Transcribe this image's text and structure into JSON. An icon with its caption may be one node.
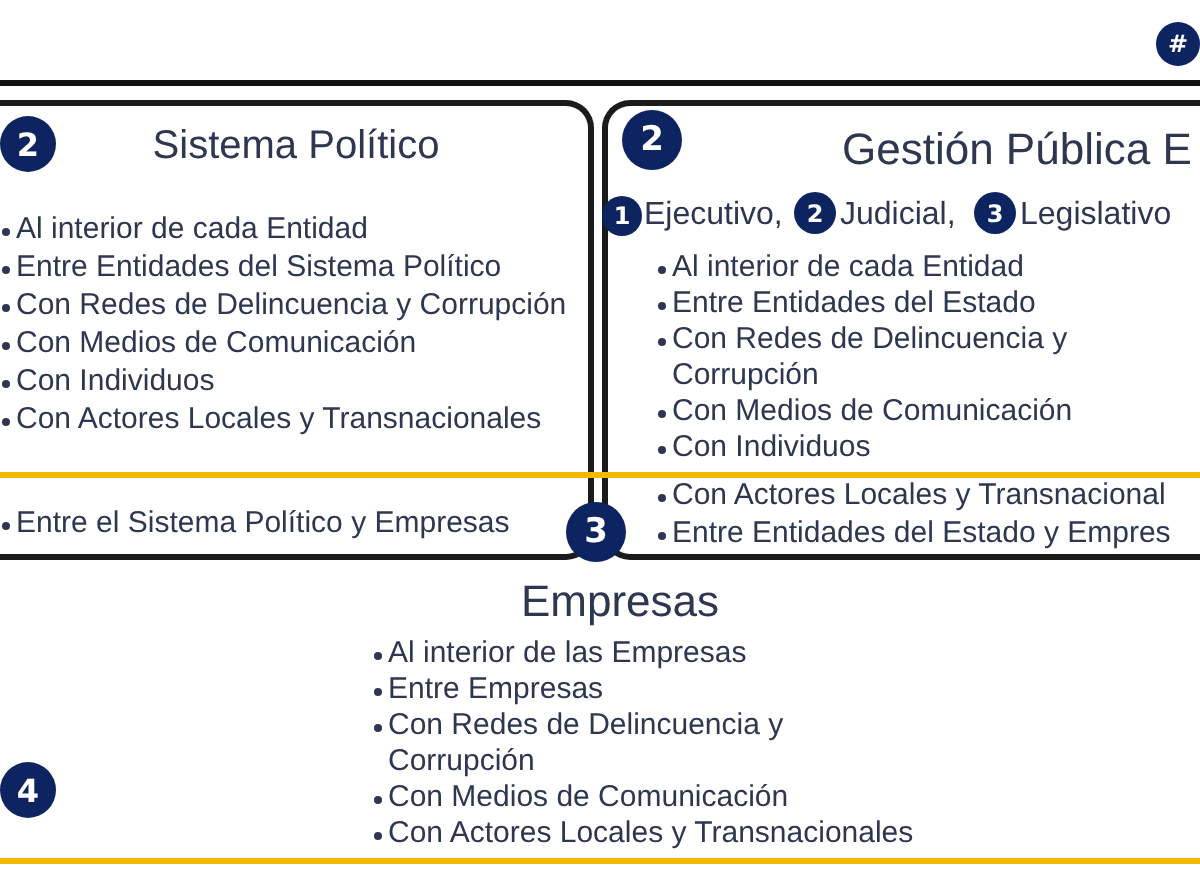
{
  "diagram": {
    "nodes": [
      {
        "text": [
          "#"
        ]
      },
      {
        "text": [
          "Sistema Político",
          "Al interior de cada Entidad",
          "Entre Entidades del Sistema Político",
          "Con Redes de Delincuencia y Corrupción",
          "Con Medios de Comunicación",
          "Con Individuos",
          "Con Actores Locales y Transnacionales",
          "Entre el Sistema Político y Empresas"
        ]
      },
      {
        "text": [
          "2"
        ],
        "in": 1
      },
      {
        "text": [
          "Gestión Pública E",
          "Ejecutivo,",
          "Judicial,",
          "Legislativo",
          "Al interior de cada Entidad",
          "Entre Entidades del Estado",
          "Con Redes de Delincuencia y Corrupción",
          "Con Medios de Comunicación",
          "Con Individuos",
          "Con Actores Locales y Transnacional",
          "Entre Entidades del Estado y Empres"
        ]
      },
      {
        "text": [
          "2"
        ],
        "in": 3
      },
      {
        "text": [
          "1"
        ],
        "in": 3
      },
      {
        "text": [
          "2"
        ],
        "in": 3
      },
      {
        "text": [
          "3"
        ],
        "in": 3
      },
      {
        "text": [
          "Empresas",
          "Al interior de las Empresas",
          "Entre Empresas",
          "Con Redes de Delincuencia y Corrupción",
          "Con Medios de Comunicación",
          "Con Actores Locales y Transnacionales"
        ]
      },
      {
        "text": [
          "3"
        ],
        "in": 8
      },
      {
        "text": [
          "4"
        ],
        "in": 8
      }
    ]
  }
}
